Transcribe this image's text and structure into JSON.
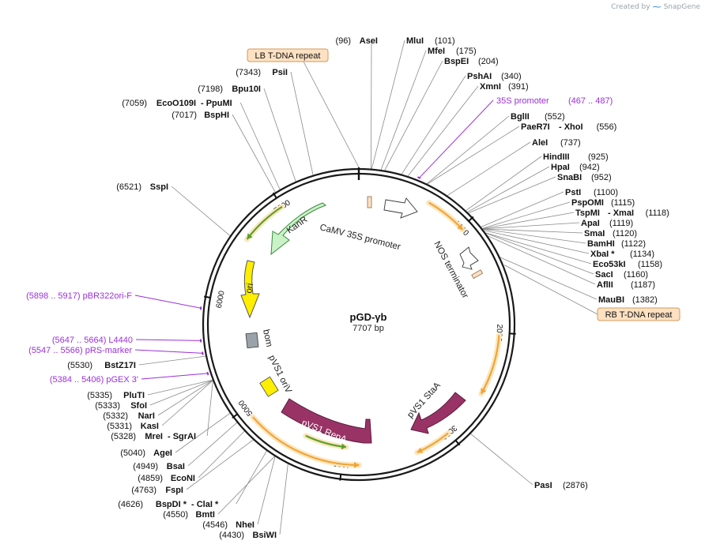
{
  "plasmid": {
    "name": "pGD-γb",
    "length_label": "7707 bp",
    "length": 7707
  },
  "watermark": {
    "prefix": "Created by",
    "brand": "SnapGene"
  },
  "ticks": [
    {
      "pos": 1000,
      "label": "1000"
    },
    {
      "pos": 2000,
      "label": "2000"
    },
    {
      "pos": 3000,
      "label": "3000"
    },
    {
      "pos": 4000,
      "label": "4000"
    },
    {
      "pos": 5000,
      "label": "5000"
    },
    {
      "pos": 6000,
      "label": "6000"
    },
    {
      "pos": 7000,
      "label": "7000"
    }
  ],
  "boxed_labels": [
    {
      "text": "LB T-DNA repeat",
      "pos": 7707
    },
    {
      "text": "RB T-DNA repeat",
      "pos": 1450
    }
  ],
  "sites_left": [
    {
      "coord": "(96)",
      "name": "AseI",
      "pos": 96
    },
    {
      "coord": "(7343)",
      "name": "PsiI",
      "pos": 7343
    },
    {
      "coord": "(7198)",
      "name": "Bpu10I",
      "pos": 7198
    },
    {
      "coord": "(7059)",
      "name": "EcoO109I",
      "alt": "- PpuMI",
      "pos": 7059
    },
    {
      "coord": "(7017)",
      "name": "BspHI",
      "pos": 7017
    },
    {
      "coord": "(6521)",
      "name": "SspI",
      "pos": 6521
    },
    {
      "coord": "(5530)",
      "name": "BstZ17I",
      "pos": 5530
    },
    {
      "coord": "(5335)",
      "name": "PluTI",
      "pos": 5335
    },
    {
      "coord": "(5333)",
      "name": "SfoI",
      "pos": 5333
    },
    {
      "coord": "(5332)",
      "name": "NarI",
      "pos": 5332
    },
    {
      "coord": "(5331)",
      "name": "KasI",
      "pos": 5331
    },
    {
      "coord": "(5328)",
      "name": "MreI",
      "alt": "- SgrAI",
      "pos": 5328
    },
    {
      "coord": "(5040)",
      "name": "AgeI",
      "pos": 5040
    },
    {
      "coord": "(4949)",
      "name": "BsaI",
      "pos": 4949
    },
    {
      "coord": "(4859)",
      "name": "EcoNI",
      "pos": 4859
    },
    {
      "coord": "(4763)",
      "name": "FspI",
      "pos": 4763
    },
    {
      "coord": "(4626)",
      "name": "BspDI *",
      "alt": "- ClaI *",
      "pos": 4626
    },
    {
      "coord": "(4550)",
      "name": "BmtI",
      "pos": 4550
    },
    {
      "coord": "(4546)",
      "name": "NheI",
      "pos": 4546
    },
    {
      "coord": "(4430)",
      "name": "BsiWI",
      "pos": 4430
    }
  ],
  "sites_right": [
    {
      "name": "MluI",
      "coord": "(101)",
      "pos": 101
    },
    {
      "name": "MfeI",
      "coord": "(175)",
      "pos": 175
    },
    {
      "name": "BspEI",
      "coord": "(204)",
      "pos": 204
    },
    {
      "name": "PshAI",
      "coord": "(340)",
      "pos": 340
    },
    {
      "name": "XmnI",
      "coord": "(391)",
      "pos": 391
    },
    {
      "name": "BglII",
      "coord": "(552)",
      "pos": 552
    },
    {
      "name": "PaeR7I",
      "alt": "- XhoI",
      "coord": "(556)",
      "pos": 556
    },
    {
      "name": "AleI",
      "coord": "(737)",
      "pos": 737
    },
    {
      "name": "HindIII",
      "coord": "(925)",
      "pos": 925
    },
    {
      "name": "HpaI",
      "coord": "(942)",
      "pos": 942
    },
    {
      "name": "SnaBI",
      "coord": "(952)",
      "pos": 952
    },
    {
      "name": "PstI",
      "coord": "(1100)",
      "pos": 1100
    },
    {
      "name": "PspOMI",
      "coord": "(1115)",
      "pos": 1115
    },
    {
      "name": "TspMI",
      "alt": "- XmaI",
      "coord": "(1118)",
      "pos": 1118
    },
    {
      "name": "ApaI",
      "coord": "(1119)",
      "pos": 1119
    },
    {
      "name": "SmaI",
      "coord": "(1120)",
      "pos": 1120
    },
    {
      "name": "BamHI",
      "coord": "(1122)",
      "pos": 1122
    },
    {
      "name": "XbaI *",
      "coord": "(1134)",
      "pos": 1134
    },
    {
      "name": "Eco53kI",
      "coord": "(1158)",
      "pos": 1158
    },
    {
      "name": "SacI",
      "coord": "(1160)",
      "pos": 1160
    },
    {
      "name": "AflII",
      "coord": "(1187)",
      "pos": 1187
    },
    {
      "name": "MauBI",
      "coord": "(1382)",
      "pos": 1382
    },
    {
      "name": "PasI",
      "coord": "(2876)",
      "pos": 2876
    }
  ],
  "primers": [
    {
      "text": "35S promoter",
      "range": "(467 .. 487)",
      "pos": 477
    },
    {
      "text": "(5898 .. 5917)  pBR322ori-F",
      "pos": 5907
    },
    {
      "text": "(5647 .. 5664)  L4440",
      "pos": 5655
    },
    {
      "text": "(5547 .. 5566)  pRS-marker",
      "pos": 5556
    },
    {
      "text": "(5384 .. 5406)  pGEX 3'",
      "pos": 5395
    }
  ],
  "features": [
    {
      "label": "CaMV 35S promoter",
      "type": "promoter",
      "color": "#ffffff"
    },
    {
      "label": "NOS terminator",
      "type": "terminator",
      "color": "#ffffff"
    },
    {
      "label": "KanR",
      "type": "gene",
      "color": "#c9f2c9"
    },
    {
      "label": "ori",
      "type": "origin",
      "color": "#ffee00"
    },
    {
      "label": "bom",
      "type": "misc",
      "color": "#9aa3aa"
    },
    {
      "label": "pVS1 oriV",
      "type": "origin",
      "color": "#ffee00"
    },
    {
      "label": "pVS1 RepA",
      "type": "gene",
      "color": "#993366"
    },
    {
      "label": "pVS1 StaA",
      "type": "gene",
      "color": "#993366"
    }
  ],
  "colors": {
    "backbone": "#1a1a1a",
    "orf_fill": "#f0a53b",
    "orf_glow": "#fde6bd",
    "primer": "#9b30d9",
    "box_fill": "#fde1c2",
    "box_stroke": "#d39b5e",
    "leader": "#8a8a8a"
  }
}
